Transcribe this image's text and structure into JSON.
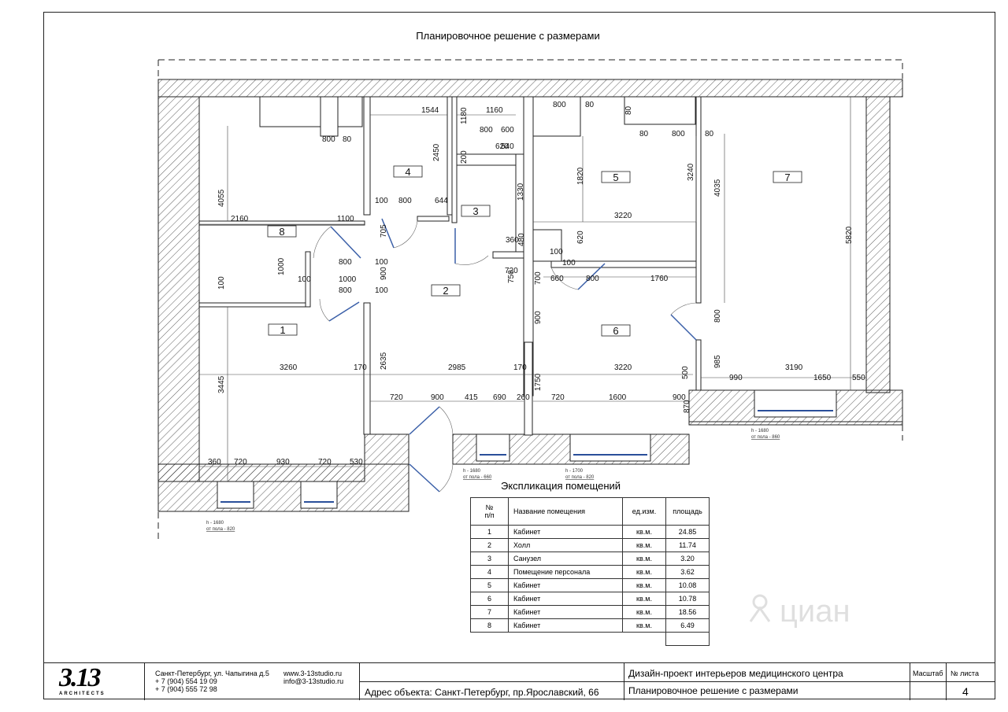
{
  "sheet": {
    "title": "Планировочное решение с размерами"
  },
  "rooms": [
    {
      "tag": "1"
    },
    {
      "tag": "2"
    },
    {
      "tag": "3"
    },
    {
      "tag": "4"
    },
    {
      "tag": "5"
    },
    {
      "tag": "6"
    },
    {
      "tag": "7"
    },
    {
      "tag": "8"
    }
  ],
  "dimensions": {
    "top": [
      "1544",
      "1160",
      "800",
      "80",
      "800",
      "600",
      "80",
      "800",
      "80",
      "80",
      "800",
      "80",
      "1180",
      "620",
      "540",
      "200"
    ],
    "room8": [
      "4055",
      "2160",
      "1100",
      "800",
      "100",
      "1000",
      "100",
      "1000",
      "800",
      "100",
      "100",
      "705",
      "900"
    ],
    "room4": [
      "2450",
      "100",
      "800",
      "644",
      "1330",
      "360",
      "480",
      "720",
      "750"
    ],
    "room5": [
      "1820",
      "3240",
      "3220",
      "100",
      "620",
      "100",
      "660",
      "800",
      "1760",
      "700",
      "4035"
    ],
    "room7": [
      "5820",
      "800",
      "985",
      "990",
      "3190",
      "1650",
      "550",
      "500",
      "870"
    ],
    "bottom": [
      "3260",
      "170",
      "2985",
      "170",
      "3220",
      "3445",
      "2635",
      "900",
      "1750",
      "720",
      "900",
      "415",
      "690",
      "260",
      "720",
      "1600",
      "900",
      "360",
      "720",
      "930",
      "720",
      "530"
    ]
  },
  "window_notes": [
    {
      "h": "h - 1680",
      "floor": "от пола - 820"
    },
    {
      "h": "h - 1680",
      "floor": "от пола - 660"
    },
    {
      "h": "h - 1700",
      "floor": "от пола - 820"
    },
    {
      "h": "h - 1680",
      "floor": "от пола - 860"
    }
  ],
  "explication": {
    "title": "Экспликация помещений",
    "headers": {
      "num": "№\nп/п",
      "name": "Название помещения",
      "unit": "ед.изм.",
      "area": "площадь"
    },
    "rows": [
      {
        "num": "1",
        "name": "Кабинет",
        "unit": "кв.м.",
        "area": "24.85"
      },
      {
        "num": "2",
        "name": "Холл",
        "unit": "кв.м.",
        "area": "11.74"
      },
      {
        "num": "3",
        "name": "Санузел",
        "unit": "кв.м.",
        "area": "3.20"
      },
      {
        "num": "4",
        "name": "Помещение персонала",
        "unit": "кв.м.",
        "area": "3.62"
      },
      {
        "num": "5",
        "name": "Кабинет",
        "unit": "кв.м.",
        "area": "10.08"
      },
      {
        "num": "6",
        "name": "Кабинет",
        "unit": "кв.м.",
        "area": "10.78"
      },
      {
        "num": "7",
        "name": "Кабинет",
        "unit": "кв.м.",
        "area": "18.56"
      },
      {
        "num": "8",
        "name": "Кабинет",
        "unit": "кв.м.",
        "area": "6.49"
      }
    ]
  },
  "title_block": {
    "logo_main": "3.13",
    "logo_sub": "ARCHITECTS",
    "address_line1": "Санкт-Петербург, ул. Чапыгина д.5",
    "phone1": "+ 7 (904) 554 19 09",
    "phone2": "+ 7 (904) 555 72 98",
    "web": "www.3-13studio.ru",
    "email": "info@3-13studio.ru",
    "object_address": "Адрес объекта: Санкт-Петербург, пр.Ярославский, 66",
    "project": "Дизайн-проект интерьеров медицинского центра",
    "sheet_name": "Планировочное решение с размерами",
    "scale_label": "Масштаб",
    "sheet_no_label": "№ листа",
    "sheet_no": "4"
  },
  "watermark": "циан",
  "colors": {
    "wall_hatch": "#333333",
    "door": "#3a5fa8",
    "window": "#2a4f9a"
  }
}
